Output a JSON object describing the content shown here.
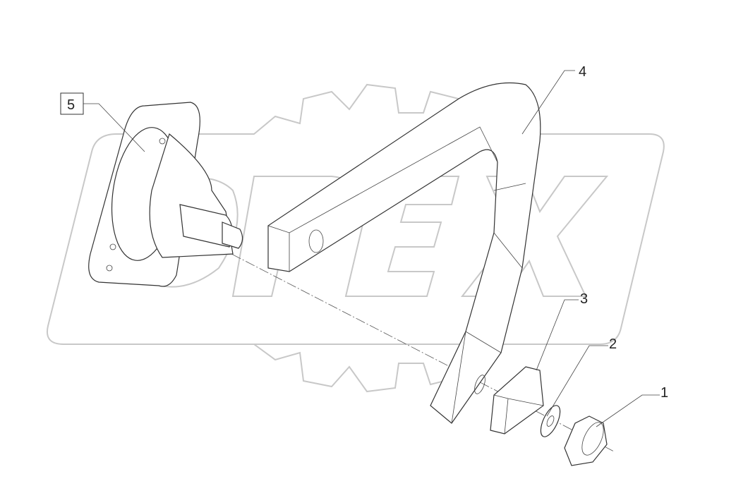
{
  "watermark": {
    "logo_text": "OPEX",
    "color": "#c8c8c8"
  },
  "callouts": [
    {
      "number": "1",
      "boxed": false
    },
    {
      "number": "2",
      "boxed": false
    },
    {
      "number": "3",
      "boxed": false
    },
    {
      "number": "4",
      "boxed": false
    },
    {
      "number": "5",
      "boxed": true
    }
  ]
}
